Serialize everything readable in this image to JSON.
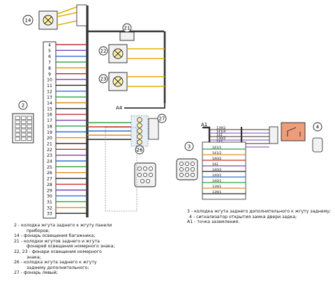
{
  "legend_left": [
    "2 - колодка жгута заднего к жгуту панели",
    "приборов;",
    "14 - фонарь освещения багажника;",
    "21 - колодки жгутов заднего и жгута",
    "фонарей освещения номерного знака;",
    "22, 23 - фонари освещения номерного",
    "знака;",
    "26 - колодка жгута заднего к жгуту",
    "заднему дополнительного;",
    "27 - фонарь левый;"
  ],
  "legend_right": [
    "3 - колодка жгута заднего дополнительного к жгуту заднему;",
    "4 - сигнализатор открытия замка двери задка;",
    "A1 - точка заземления."
  ],
  "component_labels": {
    "c14": "14",
    "c21": "21",
    "c22": "22",
    "c23": "23",
    "c2": "2",
    "c27": "27",
    "c26": "26",
    "a4": "A4",
    "a1": "A1",
    "c3": "3",
    "c4": "4"
  },
  "pin_numbers": [
    "4",
    "5",
    "6",
    "7",
    "8",
    "9",
    "10",
    "11",
    "12",
    "13",
    "14",
    "15",
    "16",
    "17",
    "18",
    "19",
    "20",
    "21",
    "22",
    "23",
    "24",
    "25",
    "26",
    "27",
    "28",
    "29",
    "30",
    "31",
    "32",
    "33"
  ],
  "wire_colors": [
    "#c03030",
    "#7a3fb0",
    "#2f6fd0",
    "#2aa04a",
    "#e08a1a",
    "#c03030",
    "#7a3fb0",
    "#222222",
    "#2f6fd0",
    "#2aa04a",
    "#e08a1a",
    "#222222",
    "#c03030",
    "#7a3fb0",
    "#2aa04a",
    "#2f6fd0",
    "#e08a1a",
    "#222222",
    "#c03030",
    "#7a3fb0",
    "#2f6fd0",
    "#2aa04a",
    "#e08a1a",
    "#222222",
    "#c03030",
    "#7a3fb0",
    "#2f6fd0",
    "#2aa04a",
    "#e08a1a",
    "#222222"
  ],
  "right_wire_labels": [
    "139/2",
    "141/4",
    "142",
    "130/2",
    "143",
    "140/1"
  ],
  "c3_wire_labels": [
    "141/1",
    "141/2",
    "140/2",
    "142",
    "140/2",
    "140/1",
    "140/1",
    "139/1",
    "139/1"
  ],
  "colors": {
    "bus": "#333333",
    "connector_fill": "#f2f2f2",
    "connector_blue": "#e6eefa",
    "sensor_fill": "#ee9d7a",
    "lamp_fill": "#fff1a8",
    "dashed_frame": "#8a8a8a"
  }
}
